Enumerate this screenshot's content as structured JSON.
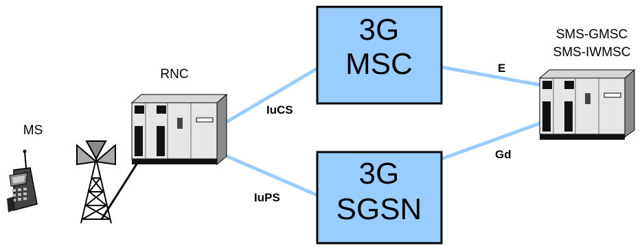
{
  "nodes": {
    "ms": {
      "label": "MS"
    },
    "rnc": {
      "label": "RNC"
    },
    "msc": {
      "line1": "3G",
      "line2": "MSC",
      "fill": "#99ccff"
    },
    "sgsn": {
      "line1": "3G",
      "line2": "SGSN",
      "fill": "#99ccff"
    },
    "sms_gmsc": {
      "line1": "SMS-GMSC",
      "line2": "SMS-IWMSC"
    }
  },
  "interfaces": {
    "iucs": "IuCS",
    "iups": "IuPS",
    "e": "E",
    "gd": "Gd",
    "color": "#99ccff"
  }
}
